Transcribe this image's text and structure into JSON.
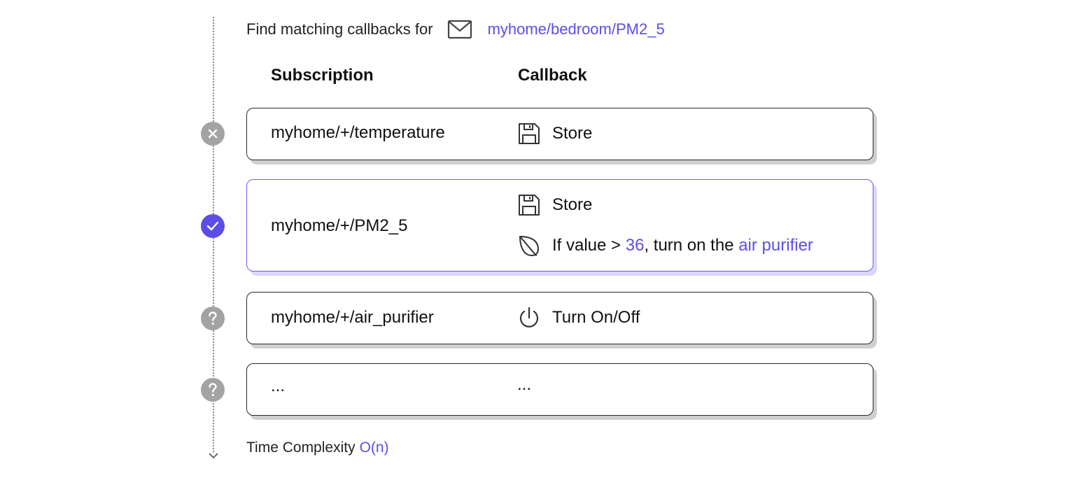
{
  "header": {
    "label": "Find matching callbacks for",
    "icon": "mail-icon",
    "topic": "myhome/bedroom/PM2_5"
  },
  "columns": {
    "subscription": "Subscription",
    "callback": "Callback"
  },
  "rows": [
    {
      "status": "no-match",
      "subscription": "myhome/+/temperature",
      "callbacks": [
        {
          "icon": "floppy-disk-icon",
          "text": "Store"
        }
      ]
    },
    {
      "status": "match",
      "subscription": "myhome/+/PM2_5",
      "callbacks": [
        {
          "icon": "floppy-disk-icon",
          "text": "Store"
        },
        {
          "icon": "leaf-icon",
          "text_before": "If value > ",
          "value": "36",
          "text_mid": ", turn on the ",
          "target": "air purifier"
        }
      ]
    },
    {
      "status": "unknown",
      "subscription": "myhome/+/air_purifier",
      "callbacks": [
        {
          "icon": "power-icon",
          "text": "Turn On/Off"
        }
      ]
    },
    {
      "status": "unknown",
      "subscription": "...",
      "callbacks": [
        {
          "text": "..."
        }
      ]
    }
  ],
  "footer": {
    "label": "Time Complexity",
    "value": "O(n)"
  },
  "colors": {
    "accent": "#5b4ee6",
    "inactive": "#a3a3a3",
    "border": "#2a2a2a"
  }
}
